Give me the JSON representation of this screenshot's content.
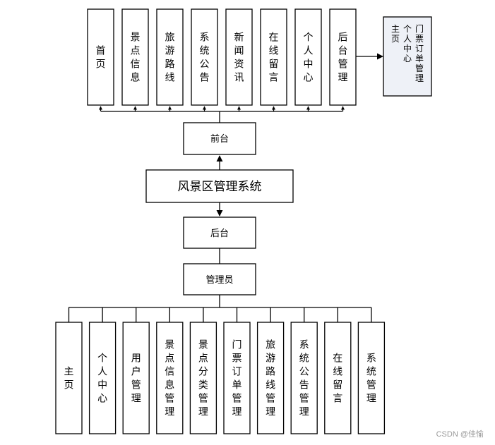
{
  "title": "风景区管理系统",
  "front": {
    "label": "前台",
    "modules": [
      "首页",
      "景点信息",
      "旅游路线",
      "系统公告",
      "新闻资讯",
      "在线留言",
      "个人中心",
      "后台管理"
    ]
  },
  "side": {
    "lines": [
      "门票订单管理",
      "个人中心",
      "主页"
    ]
  },
  "back": {
    "label": "后台",
    "admin_label": "管理员",
    "modules": [
      "主页",
      "个人中心",
      "用户管理",
      "景点信息管理",
      "景点分类管理",
      "门票订单管理",
      "旅游路线管理",
      "系统公告管理",
      "在线留言",
      "系统管理"
    ]
  },
  "watermark": "CSDN @佳愉"
}
